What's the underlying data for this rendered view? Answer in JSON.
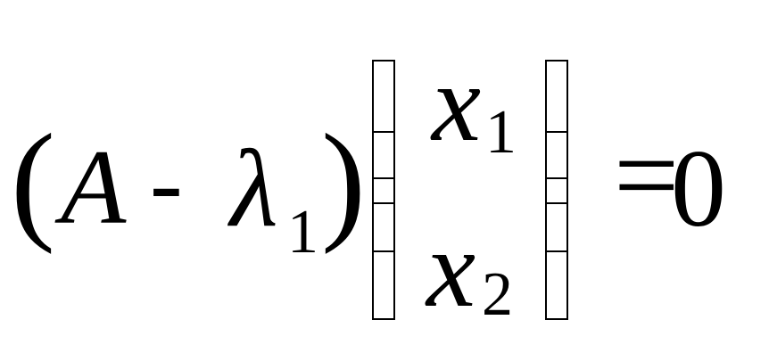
{
  "equation": {
    "open_paren": "(",
    "matrix_symbol": "A",
    "minus": "-",
    "eigenvalue_symbol": "λ",
    "eigenvalue_subscript": "1",
    "close_paren": ")",
    "vector": [
      {
        "symbol": "x",
        "subscript": "1"
      },
      {
        "symbol": "x",
        "subscript": "2"
      }
    ],
    "equals": "=",
    "rhs": "0"
  }
}
